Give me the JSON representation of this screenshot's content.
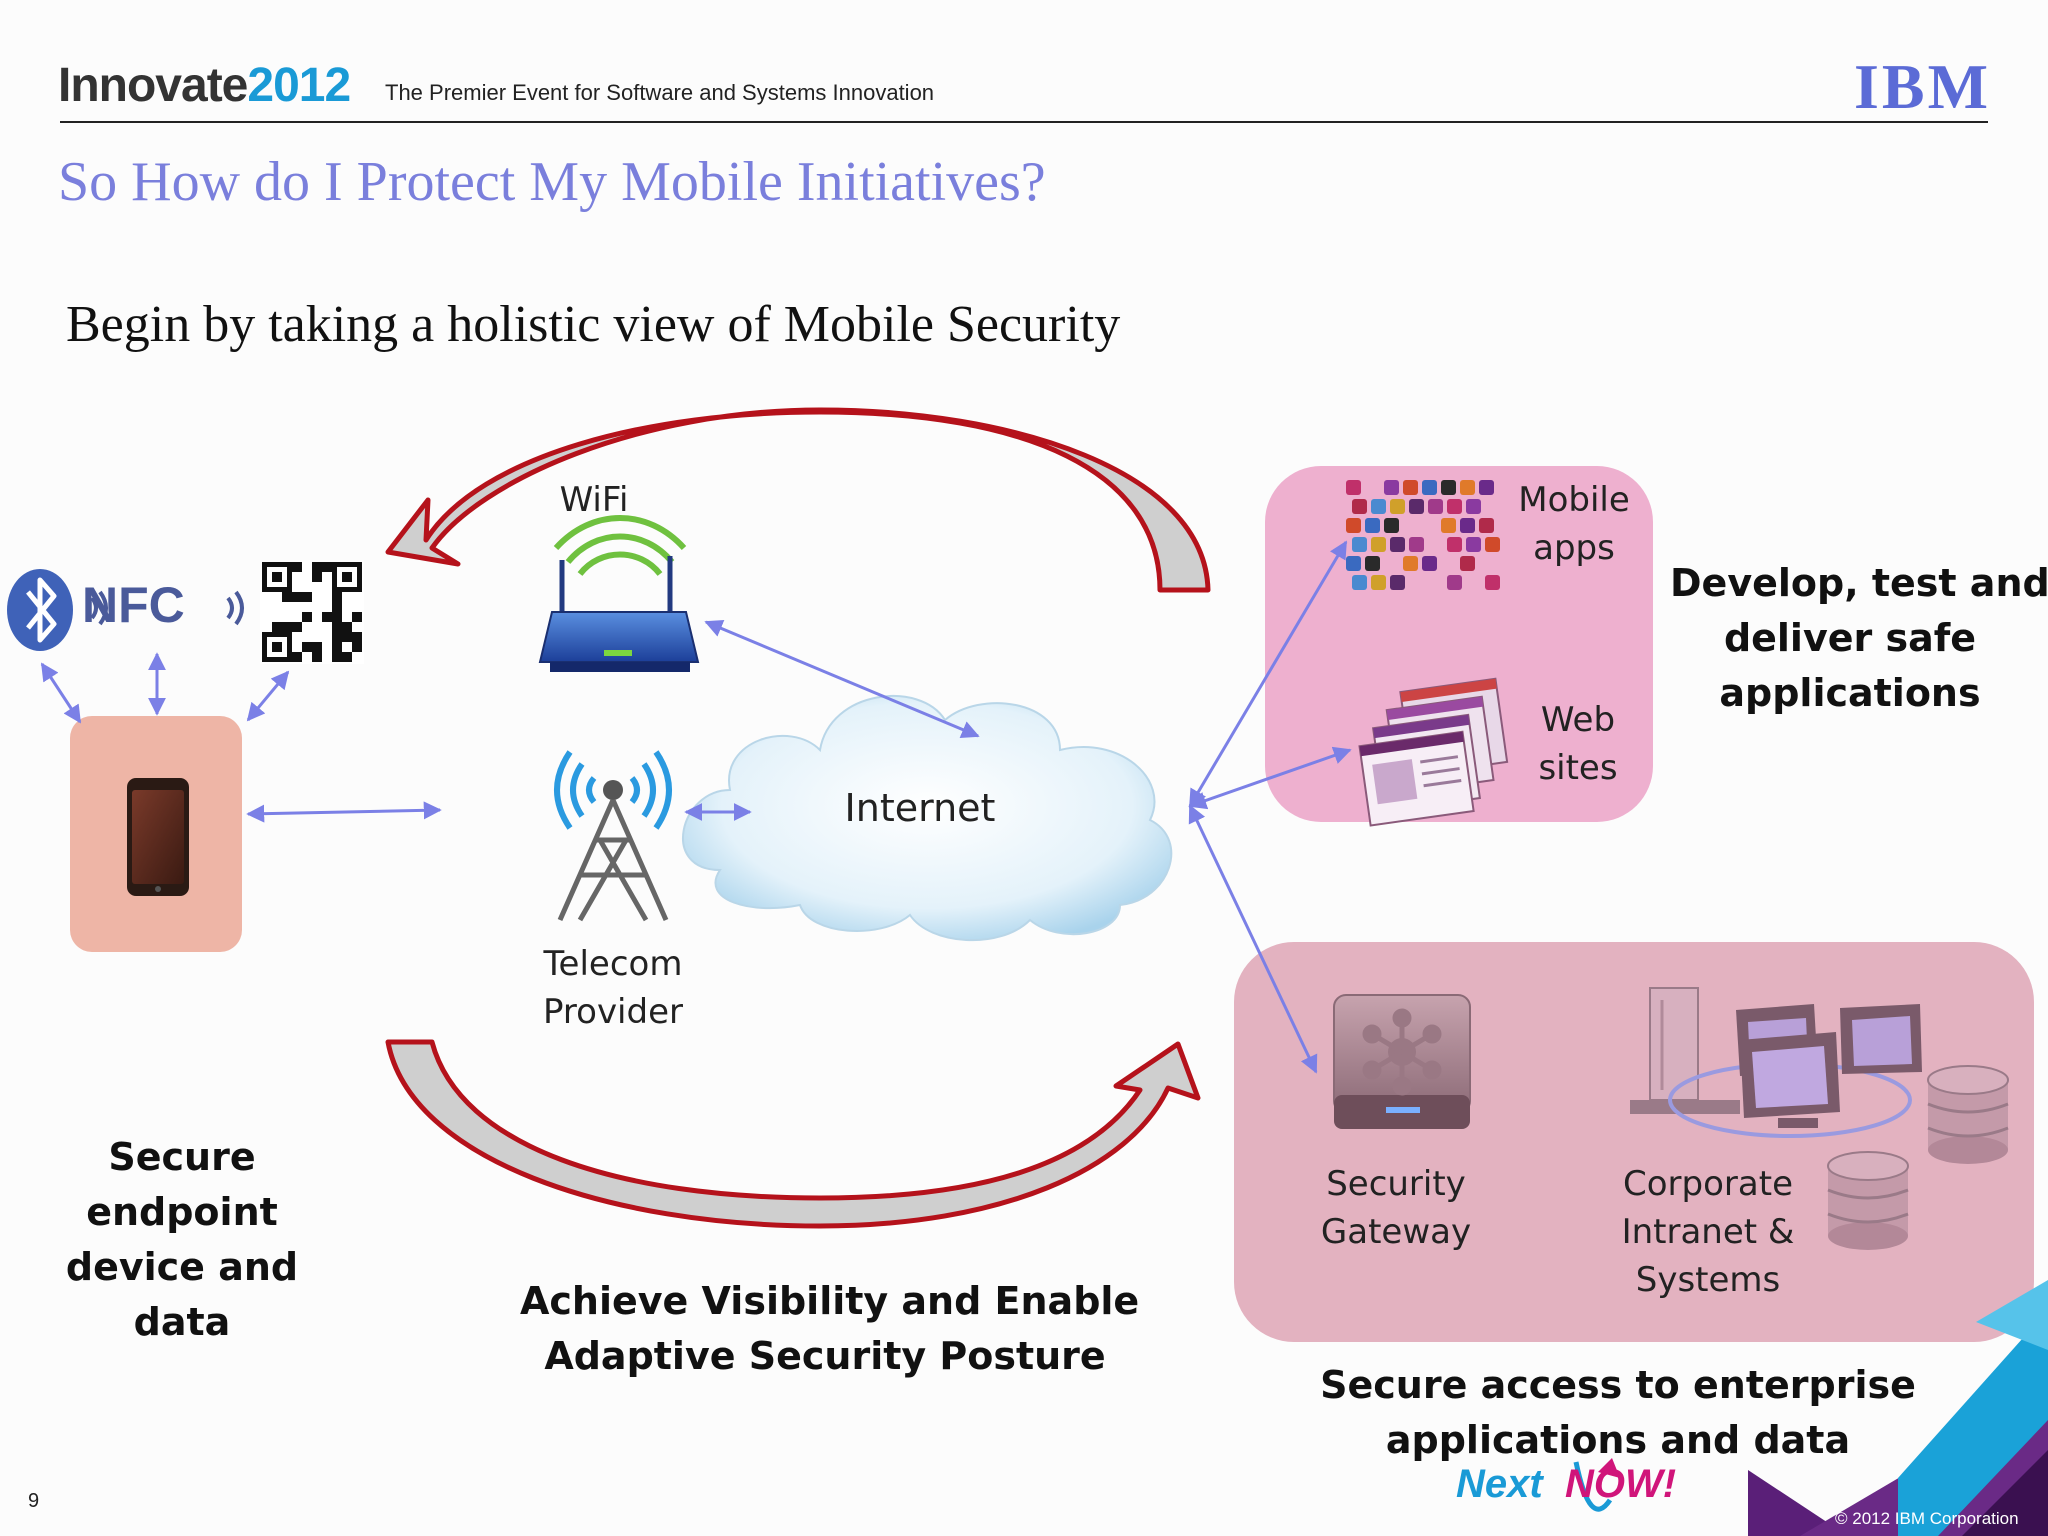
{
  "header": {
    "brand_word": "Innovate",
    "brand_year": "2012",
    "tagline": "The Premier Event for Software and Systems Innovation",
    "company_logo": "IBM"
  },
  "slide": {
    "title": "So How do I Protect My Mobile Initiatives?",
    "subtitle": "Begin by taking a holistic view of Mobile Security",
    "page_number": "9",
    "copyright": "© 2012 IBM Corporation"
  },
  "diagram": {
    "nfc_label": "NFC",
    "wifi_label": "WiFi",
    "telecom_label": [
      "Telecom",
      "Provider"
    ],
    "internet_label": "Internet",
    "mobile_apps_label": [
      "Mobile",
      "apps"
    ],
    "web_sites_label": [
      "Web",
      "sites"
    ],
    "security_gateway_label": [
      "Security",
      "Gateway"
    ],
    "corporate_label": [
      "Corporate",
      "Intranet &",
      "Systems"
    ],
    "endpoint_caption": [
      "Secure",
      "endpoint",
      "device and",
      "data"
    ],
    "visibility_caption": [
      "Achieve Visibility and Enable",
      "Adaptive Security Posture"
    ],
    "develop_caption": [
      "Develop, test and",
      "deliver safe",
      "applications"
    ],
    "enterprise_caption": [
      "Secure access to enterprise",
      "applications and data"
    ]
  },
  "footer_logo": {
    "next": "Next",
    "now": "NOW!"
  },
  "colors": {
    "title": "#7a7fdc",
    "arrow_blue": "#7b80e6",
    "big_arrow_red": "#b5121b",
    "brand_blue": "#1a9ad6",
    "apps_box": "#eeb0cf",
    "enterprise_box": "#e3b2c0",
    "phone_box": "#eeb5a6"
  }
}
